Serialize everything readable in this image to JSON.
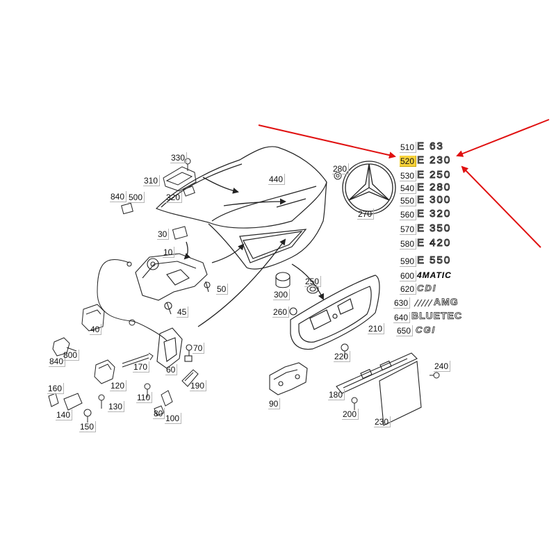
{
  "diagram": {
    "labels": [
      {
        "id": "330",
        "text": "330"
      },
      {
        "id": "310",
        "text": "310"
      },
      {
        "id": "320",
        "text": "320"
      },
      {
        "id": "840a",
        "text": "840"
      },
      {
        "id": "500",
        "text": "500"
      },
      {
        "id": "30",
        "text": "30"
      },
      {
        "id": "10",
        "text": "10"
      },
      {
        "id": "50",
        "text": "50"
      },
      {
        "id": "45",
        "text": "45"
      },
      {
        "id": "40",
        "text": "40"
      },
      {
        "id": "840b",
        "text": "840"
      },
      {
        "id": "800",
        "text": "800"
      },
      {
        "id": "70",
        "text": "70"
      },
      {
        "id": "60",
        "text": "60"
      },
      {
        "id": "170",
        "text": "170"
      },
      {
        "id": "120",
        "text": "120"
      },
      {
        "id": "190",
        "text": "190"
      },
      {
        "id": "160",
        "text": "160"
      },
      {
        "id": "110",
        "text": "110"
      },
      {
        "id": "130",
        "text": "130"
      },
      {
        "id": "140",
        "text": "140"
      },
      {
        "id": "80",
        "text": "80"
      },
      {
        "id": "100",
        "text": "100"
      },
      {
        "id": "150",
        "text": "150"
      },
      {
        "id": "440",
        "text": "440"
      },
      {
        "id": "280",
        "text": "280"
      },
      {
        "id": "270",
        "text": "270"
      },
      {
        "id": "250",
        "text": "250"
      },
      {
        "id": "300",
        "text": "300"
      },
      {
        "id": "260",
        "text": "260"
      },
      {
        "id": "210",
        "text": "210"
      },
      {
        "id": "220",
        "text": "220"
      },
      {
        "id": "240",
        "text": "240"
      },
      {
        "id": "90",
        "text": "90"
      },
      {
        "id": "180",
        "text": "180"
      },
      {
        "id": "200",
        "text": "200"
      },
      {
        "id": "230",
        "text": "230"
      }
    ],
    "emblem_list": [
      {
        "code": "510",
        "badge": "E 63",
        "highlighted": false
      },
      {
        "code": "520",
        "badge": "E 230",
        "highlighted": true
      },
      {
        "code": "530",
        "badge": "E 250",
        "highlighted": false
      },
      {
        "code": "540",
        "badge": "E 280",
        "highlighted": false
      },
      {
        "code": "550",
        "badge": "E 300",
        "highlighted": false
      },
      {
        "code": "560",
        "badge": "E 320",
        "highlighted": false
      },
      {
        "code": "570",
        "badge": "E 350",
        "highlighted": false
      },
      {
        "code": "580",
        "badge": "E 420",
        "highlighted": false
      },
      {
        "code": "590",
        "badge": "E 550",
        "highlighted": false
      },
      {
        "code": "600",
        "badge": "4MATIC",
        "highlighted": false
      },
      {
        "code": "620",
        "badge": "CDI",
        "highlighted": false
      },
      {
        "code": "630",
        "badge": "AMG",
        "highlighted": false
      },
      {
        "code": "640",
        "badge": "BLUETEC",
        "highlighted": false
      },
      {
        "code": "650",
        "badge": "CGI",
        "highlighted": false
      }
    ],
    "colors": {
      "line": "#222222",
      "label_shadow": "#b5b5b5",
      "highlight": "#f7d23b",
      "arrow": "#e01010"
    }
  }
}
